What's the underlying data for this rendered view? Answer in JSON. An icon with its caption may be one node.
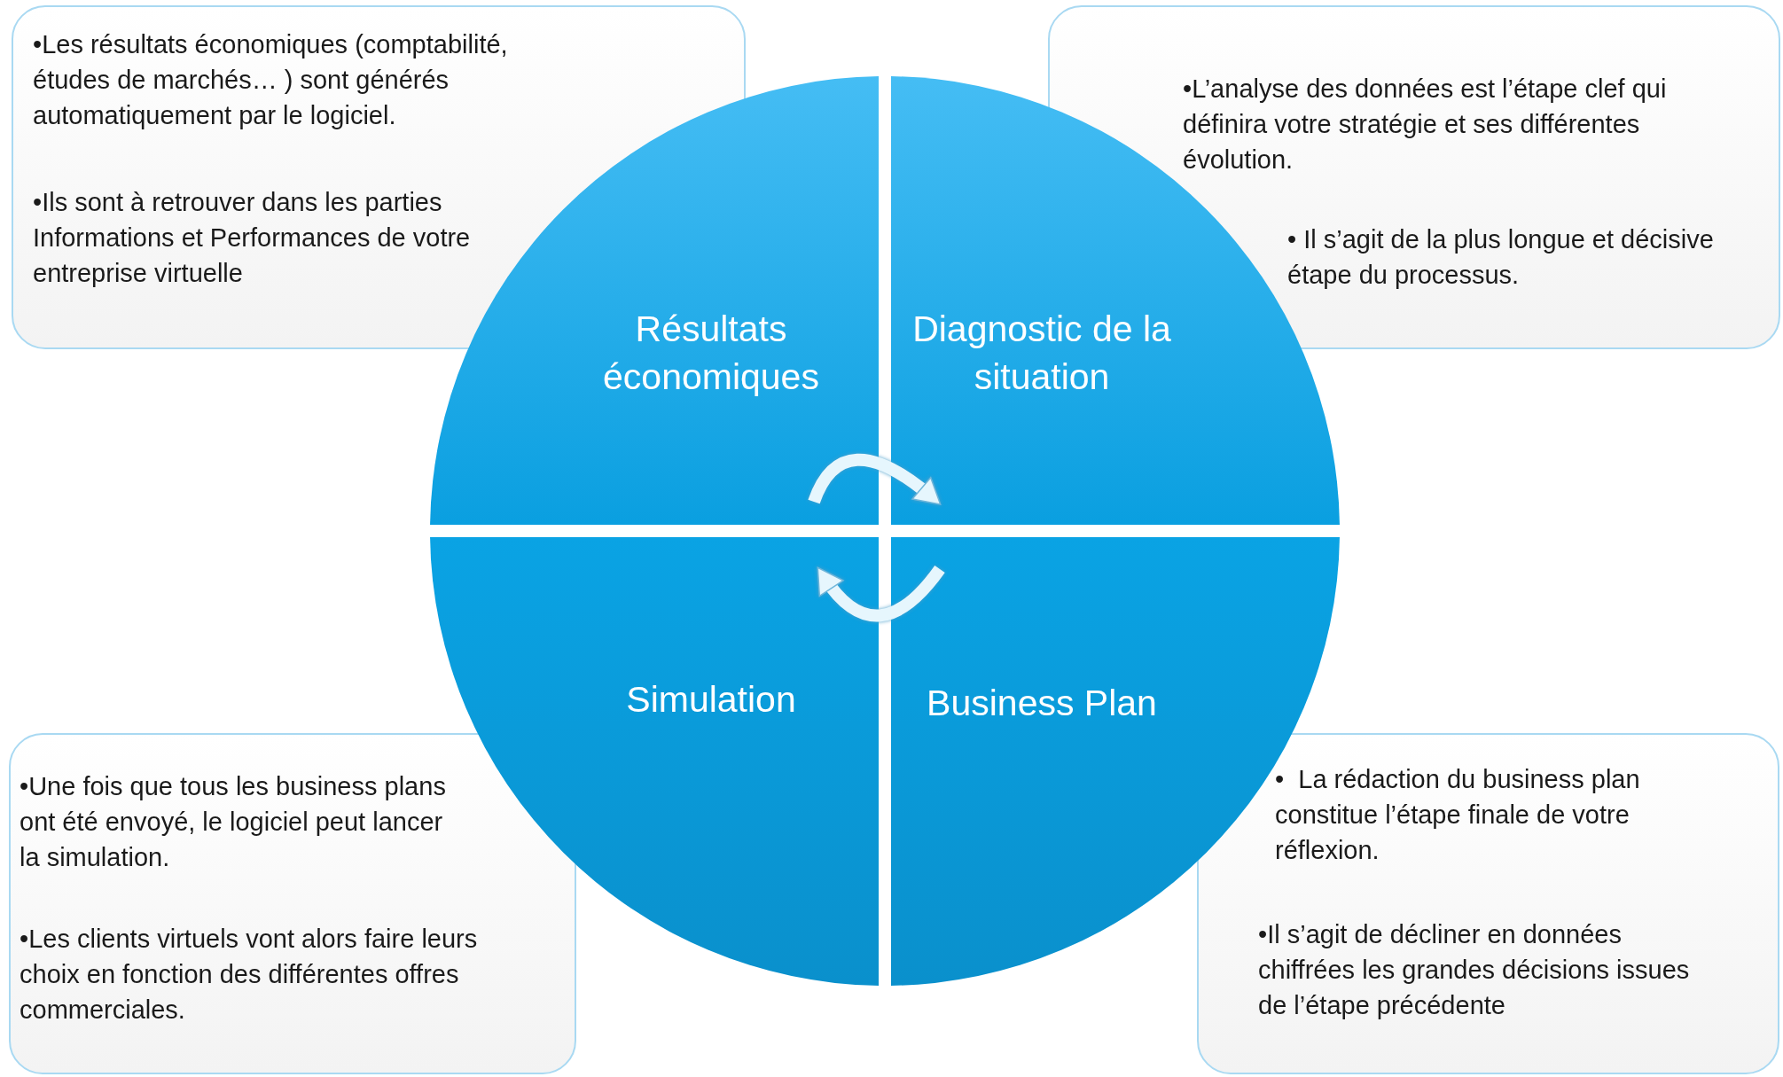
{
  "diagram": {
    "nodes": [
      {
        "text": [
          "•Les résultats économiques (comptabilité, études de marchés… ) sont générés automatiquement par le logiciel.",
          "•Ils sont à retrouver dans les parties Informations et Performances de votre entreprise virtuelle"
        ]
      },
      {
        "text": [
          "Résultats économiques"
        ]
      },
      {
        "text": [
          "Diagnostic de la situation"
        ]
      },
      {
        "text": [
          "•L’analyse des données est l’étape clef qui définira votre stratégie et ses différentes évolution.",
          "• Il s’agit de la plus longue et décisive étape du processus."
        ]
      },
      {
        "text": [
          "Simulation"
        ]
      },
      {
        "text": [
          "Business Plan"
        ]
      },
      {
        "text": [
          "•Une fois que tous les business plans ont été envoyé, le logiciel peut lancer la simulation.",
          "•Les clients virtuels vont alors faire leurs choix en fonction des différentes offres commerciales."
        ]
      },
      {
        "text": [
          "•  La rédaction du business plan constitue l’étape finale de votre réflexion.",
          "•Il s’agit de décliner en données chiffrées les grandes décisions issues de l’étape précédente"
        ]
      }
    ],
    "edges": [
      {
        "from": 1,
        "to": 2,
        "arrow": "to"
      },
      {
        "from": 5,
        "to": 4,
        "arrow": "to"
      }
    ]
  }
}
